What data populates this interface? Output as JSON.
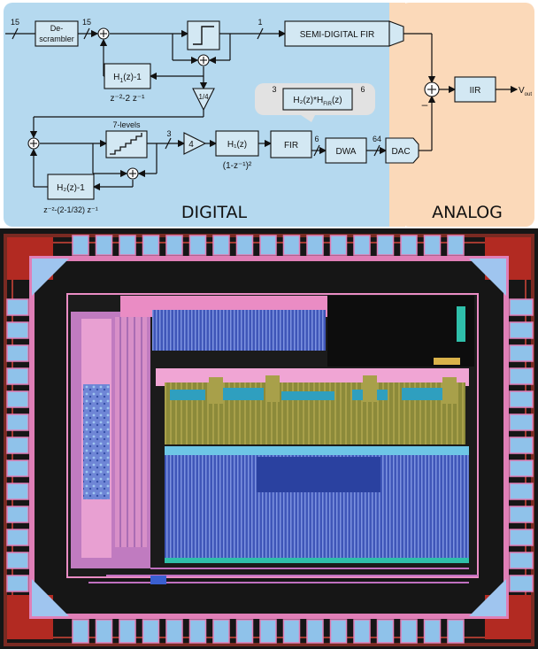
{
  "regions": {
    "digital_label": "DIGITAL",
    "analog_label": "ANALOG"
  },
  "blocks": {
    "descrambler_line1": "De-",
    "descrambler_line2": "scrambler",
    "h1_minus_1": "H",
    "h1_sub": "1",
    "h1_tail": "(z)-1",
    "h1_poly": "z⁻²-2 z⁻¹",
    "quarter": "1/4",
    "semidigital_fir": "SEMI-DIGITAL FIR",
    "hfir_combo": "H₂(z)*H",
    "hfir_sub": "FIR",
    "hfir_tail": "(z)",
    "seven_levels": "7-levels",
    "gain": "4",
    "h1z": "H₁(z)",
    "h1z_poly": "(1-z⁻¹)²",
    "fir": "FIR",
    "dwa": "DWA",
    "dac": "DAC",
    "h2_minus_1": "H₂(z)-1",
    "h2_poly": "z⁻²-(2-1/32) z⁻¹",
    "iir": "IIR",
    "vout": "V",
    "vout_sub": "out"
  },
  "bus_widths": {
    "in": "15",
    "after_descrambler": "15",
    "quantizer_out": "1",
    "combo_in": "3",
    "combo_out": "6",
    "mod_out": "3",
    "fir_out": "6",
    "dwa_out": "64"
  },
  "signs": {
    "minus": "–"
  },
  "colors": {
    "digital_bg": "#b5d9ef",
    "analog_bg": "#fbd9b9",
    "block_fill": "#d3e8f3",
    "layout_bg": "#161616",
    "pad_blue": "#8fc2ea",
    "pad_frame_pink": "#e07fb7",
    "metal_blue": "#3f56b8",
    "metal_olive": "#8c8a3a",
    "corner_red": "#b22a22"
  }
}
